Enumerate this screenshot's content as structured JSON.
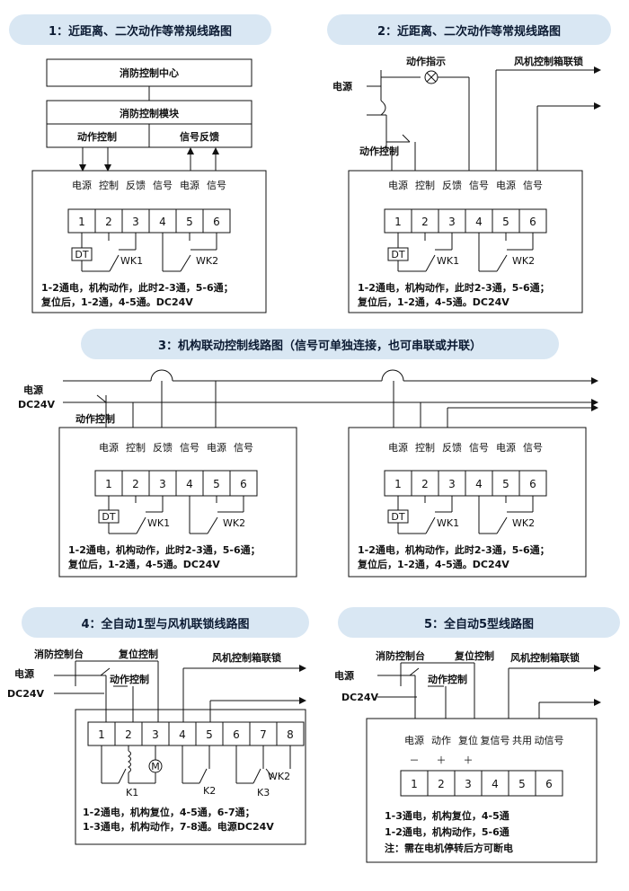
{
  "titles": {
    "t1": "1：近距离、二次动作等常规线路图",
    "t2": "2：近距离、二次动作等常规线路图",
    "t3": "3：机构联动控制线路图（信号可单独连接，也可串联或并联）",
    "t4": "4：全自动1型与风机联锁线路图",
    "t5": "5：全自动5型线路图"
  },
  "d1": {
    "center": "消防控制中心",
    "module": "消防控制模块",
    "action": "动作控制",
    "feedback": "信号反馈"
  },
  "d2": {
    "indicator": "动作指示",
    "fan": "风机控制箱联锁",
    "power": "电源",
    "control": "动作控制"
  },
  "d3": {
    "power": "电源",
    "dc": "DC24V",
    "control": "动作控制"
  },
  "d4": {
    "console": "消防控制台",
    "reset": "复位控制",
    "power": "电源",
    "dc": "DC24V",
    "control": "动作控制",
    "fan": "风机控制箱联锁",
    "terminals": [
      "1",
      "2",
      "3",
      "4",
      "5",
      "6",
      "7",
      "8"
    ],
    "k1": "K1",
    "k2": "K2",
    "k3": "K3",
    "wk2": "WK2",
    "motor": "M",
    "note1": "1-2通电，机构复位，4-5通，6-7通；",
    "note2": "1-3通电，机构动作，7-8通。电源DC24V"
  },
  "d5": {
    "console": "消防控制台",
    "reset": "复位控制",
    "power": "电源",
    "dc": "DC24V",
    "control": "动作控制",
    "fan": "风机控制箱联锁",
    "labels": [
      "电源",
      "动作",
      "复位",
      "复信号",
      "共用",
      "动信号"
    ],
    "signs": [
      "－",
      "＋",
      "＋",
      "",
      "",
      ""
    ],
    "terminals": [
      "1",
      "2",
      "3",
      "4",
      "5",
      "6"
    ],
    "note1": "1-3通电，机构复位，4-5通",
    "note2": "1-2通电，机构动作，5-6通",
    "note3": "注：需在电机停转后方可断电"
  },
  "common": {
    "labels": [
      "电源",
      "控制",
      "反馈",
      "信号",
      "电源",
      "信号"
    ],
    "terminals": [
      "1",
      "2",
      "3",
      "4",
      "5",
      "6"
    ],
    "dt": "DT",
    "wk1": "WK1",
    "wk2": "WK2",
    "note1": "1-2通电，机构动作，此时2-3通，5-6通；",
    "note2": "复位后，1-2通，4-5通。DC24V"
  },
  "colors": {
    "pill": "#d9e7f3",
    "line": "#111111"
  }
}
